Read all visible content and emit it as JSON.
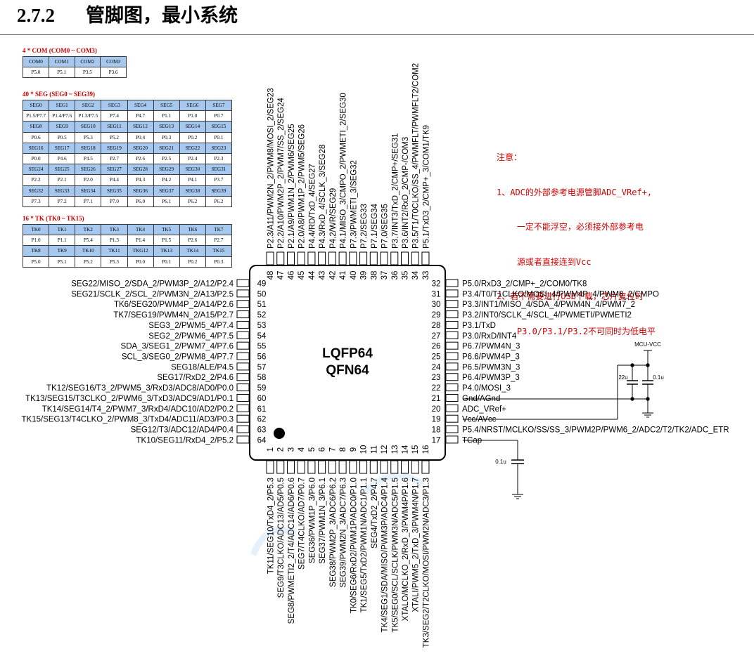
{
  "heading": {
    "number": "2.7.2",
    "title": "管脚图，最小系统"
  },
  "com": {
    "title": "4 * COM (COM0 ~ COM3)",
    "rows": [
      [
        "COM0",
        "COM1",
        "COM2",
        "COM3"
      ],
      [
        "P5.0",
        "P5.1",
        "P3.5",
        "P3.6"
      ]
    ]
  },
  "seg": {
    "title": "40 * SEG (SEG0 ~ SEG39)",
    "rows": [
      [
        "SEG0",
        "SEG1",
        "SEG2",
        "SEG3",
        "SEG4",
        "SEG5",
        "SEG6",
        "SEG7"
      ],
      [
        "P1.5/P7.7",
        "P1.4/P7.6",
        "P1.3/P7.5",
        "P7.4",
        "P4.7",
        "P1.1",
        "P1.0",
        "P0.7"
      ],
      [
        "SEG8",
        "SEG9",
        "SEG10",
        "SEG11",
        "SEG12",
        "SEG13",
        "SEG14",
        "SEG15"
      ],
      [
        "P0.6",
        "P0.5",
        "P5.3",
        "P5.2",
        "P0.4",
        "P0.3",
        "P0.2",
        "P0.1"
      ],
      [
        "SEG16",
        "SEG17",
        "SEG18",
        "SEG19",
        "SEG20",
        "SEG21",
        "SEG22",
        "SEG23"
      ],
      [
        "P0.0",
        "P4.6",
        "P4.5",
        "P2.7",
        "P2.6",
        "P2.5",
        "P2.4",
        "P2.3"
      ],
      [
        "SEG24",
        "SEG25",
        "SEG26",
        "SEG27",
        "SEG28",
        "SEG29",
        "SEG30",
        "SEG31"
      ],
      [
        "P2.2",
        "P2.1",
        "P2.0",
        "P4.4",
        "P4.3",
        "P4.2",
        "P4.1",
        "P3.7"
      ],
      [
        "SEG32",
        "SEG33",
        "SEG34",
        "SEG35",
        "SEG36",
        "SEG37",
        "SEG38",
        "SEG39"
      ],
      [
        "P7.3",
        "P7.2",
        "P7.1",
        "P7.0",
        "P6.0",
        "P6.1",
        "P6.2",
        "P6.2"
      ]
    ]
  },
  "tk": {
    "title": "16 * TK (TK0 ~ TK15)",
    "rows": [
      [
        "TK0",
        "TK1",
        "TK2",
        "TK3",
        "TK4",
        "TK5",
        "TK6",
        "TK7"
      ],
      [
        "P1.0",
        "P1.1",
        "P5.4",
        "P1.3",
        "P1.4",
        "P1.5",
        "P2.6",
        "P2.7"
      ],
      [
        "TK8",
        "TK9",
        "TK10",
        "TK11",
        "TKG12",
        "TK13",
        "TK14",
        "TK15"
      ],
      [
        "P5.0",
        "P5.1",
        "P5.2",
        "P5.3",
        "P0.0",
        "P0.1",
        "P0.2",
        "P0.3"
      ]
    ]
  },
  "notes": [
    "注意：",
    "1、ADC的外部参考电源管脚ADC_VRef+,",
    "    一定不能浮空，必须接外部参考电",
    "    源或者直接连到Vcc",
    "2、若不需要进行USB下载，芯片复位时",
    "    P3.0/P3.1/P3.2不可同时为低电平"
  ],
  "chip": {
    "line1": "LQFP64",
    "line2": "QFN64"
  },
  "pins": {
    "left": [
      {
        "n": "49",
        "label": "SEG22/MISO_2/SDA_2/PWM3P_2/A12/P2.4"
      },
      {
        "n": "50",
        "label": "SEG21/SCLK_2/SCL_2/PWM3N_2/A13/P2.5"
      },
      {
        "n": "51",
        "label": "TK6/SEG20/PWM4P_2/A14/P2.6"
      },
      {
        "n": "52",
        "label": "TK7/SEG19/PWM4N_2/A15/P2.7"
      },
      {
        "n": "53",
        "label": "SEG3_2/PWM5_4/P7.4"
      },
      {
        "n": "54",
        "label": "SEG2_2/PWM6_4/P7.5"
      },
      {
        "n": "55",
        "label": "SDA_3/SEG1_2/PWM7_4/P7.6"
      },
      {
        "n": "56",
        "label": "SCL_3/SEG0_2/PWM8_4/P7.7"
      },
      {
        "n": "57",
        "label": "SEG18/ALE/P4.5"
      },
      {
        "n": "58",
        "label": "SEG17/RxD2_2/P4.6"
      },
      {
        "n": "59",
        "label": "TK12/SEG16/T3_2/PWM5_3/RxD3/ADC8/AD0/P0.0"
      },
      {
        "n": "60",
        "label": "TK13/SEG15/T3CLKO_2/PWM6_3/TxD3/ADC9/AD1/P0.1"
      },
      {
        "n": "61",
        "label": "TK14/SEG14/T4_2/PWM7_3/RxD4/ADC10/AD2/P0.2"
      },
      {
        "n": "62",
        "label": "TK15/SEG13/T4CLKO_2/PWM8_3/TxD4/ADC11/AD3/P0.3"
      },
      {
        "n": "63",
        "label": "SEG12/T3/ADC12/AD4/P0.4"
      },
      {
        "n": "64",
        "label": "TK10/SEG11/RxD4_2/P5.2"
      }
    ],
    "right": [
      {
        "n": "32",
        "label": "P5.0/RxD3_2/CMP+_2/COM0/TK8"
      },
      {
        "n": "31",
        "label": "P3.4/T0/T1CLKO/MOSI_4/PWM4P_4/PWM8_2/CMPO"
      },
      {
        "n": "30",
        "label": "P3.3/INT1/MISO_4/SDA_4/PWM4N_4/PWM7_2"
      },
      {
        "n": "29",
        "label": "P3.2/INT0/SCLK_4/SCL_4/PWMETI/PWMETI2"
      },
      {
        "n": "28",
        "label": "P3.1/TxD"
      },
      {
        "n": "27",
        "label": "P3.0/RxD/INT4"
      },
      {
        "n": "26",
        "label": "P6.7/PWM4N_3"
      },
      {
        "n": "25",
        "label": "P6.6/PWM4P_3"
      },
      {
        "n": "24",
        "label": "P6.5/PWM3N_3"
      },
      {
        "n": "23",
        "label": "P6.4/PWM3P_3"
      },
      {
        "n": "22",
        "label": "P4.0/MOSI_3"
      },
      {
        "n": "21",
        "label": "Gnd/AGnd"
      },
      {
        "n": "20",
        "label": "ADC_VRef+"
      },
      {
        "n": "19",
        "label": "Vcc/AVcc"
      },
      {
        "n": "18",
        "label": "P5.4/NRST/MCLKO/SS/SS_3/PWM2P/PWM6_2/ADC2/T2/TK2/ADC_ETR"
      },
      {
        "n": "17",
        "label": "TCap"
      }
    ],
    "top": [
      {
        "n": "48",
        "label": "P2.3/A11/PWM2N_2/PWM8/MOSI_2/SEG23"
      },
      {
        "n": "47",
        "label": "P2.2/A10/PWM2P_2/PWM7/SS_2/SEG24"
      },
      {
        "n": "46",
        "label": "P2.1/A9/PWM1N_2/PWM6/SEG25"
      },
      {
        "n": "45",
        "label": "P2.0/A8/PWM1P_2/PWM5/SEG26"
      },
      {
        "n": "44",
        "label": "P4.4/RD/TxD_4/SEG27"
      },
      {
        "n": "43",
        "label": "P4.3/RxD_4/SCLK_3/SEG28"
      },
      {
        "n": "42",
        "label": "P4.2/WR/SEG29"
      },
      {
        "n": "41",
        "label": "P4.1/MISO_3/CMPO_2/PWMETI_2/SEG30"
      },
      {
        "n": "40",
        "label": "P7.3/PWMETI_3/SEG32"
      },
      {
        "n": "39",
        "label": "P7.2/SEG33"
      },
      {
        "n": "38",
        "label": "P7.1/SEG34"
      },
      {
        "n": "37",
        "label": "P7.0/SEG35"
      },
      {
        "n": "36",
        "label": "P3.7/INT3/TxD_2/CMP+/SEG31"
      },
      {
        "n": "35",
        "label": "P3.6/INT2/RxD_2/CMP-/COM3"
      },
      {
        "n": "34",
        "label": "P3.5/T1/T0CLKO/SS_4/PWMFLT/PWMFLT2/COM2"
      },
      {
        "n": "33",
        "label": "P5.1/TxD3_2/CMP+_3/COM1/TK9"
      }
    ],
    "bottom": [
      {
        "n": "1",
        "label": "TK11/SEG10/TxD4_2/P5.3"
      },
      {
        "n": "2",
        "label": "SEG9/T3CLKO/ADC13/AD5/P0.5"
      },
      {
        "n": "3",
        "label": "SEG8/PWMETI2_2/T4/ADC14/AD6/P0.6"
      },
      {
        "n": "4",
        "label": "SEG7/T4CLKO/AD7/P0.7"
      },
      {
        "n": "5",
        "label": "SEG36/PWM1P_3/P6.0"
      },
      {
        "n": "6",
        "label": "SEG37/PWM1N_3/P6.1"
      },
      {
        "n": "7",
        "label": "SEG38/PWM2P_3/ADC6/P6.2"
      },
      {
        "n": "8",
        "label": "SEG39/PWM2N_3/ADC7/P6.3"
      },
      {
        "n": "9",
        "label": "TK0/SEG6/RxD2/PWM1P/ADC0/P1.0"
      },
      {
        "n": "10",
        "label": "TK1/SEG5/TxD2/PWM1N/ADC1/P1.1"
      },
      {
        "n": "11",
        "label": "SEG4/TxD2_2/P4.7"
      },
      {
        "n": "12",
        "label": "TK4/SEG1/SDA/MISO/PWM3P/ADC4/P1.4"
      },
      {
        "n": "13",
        "label": "TK5/SEG0/SCL/SCLK/PWM3N/ADC5/P1.5"
      },
      {
        "n": "14",
        "label": "XTALO/MCLKO_2/RxD_3/PWM4P/P1.6"
      },
      {
        "n": "15",
        "label": "XTALI/PWM5_2/TxD_3/PWM4N/P1.7"
      },
      {
        "n": "16",
        "label": "TK3/SEG2/T2CLKO/MOSI/PWM2N/ADC3/P1.3"
      }
    ]
  },
  "circuit": {
    "vcc_label": "MCU-VCC",
    "cap1": "22u",
    "cap2": "0.1u",
    "cap3": "0.1u"
  }
}
